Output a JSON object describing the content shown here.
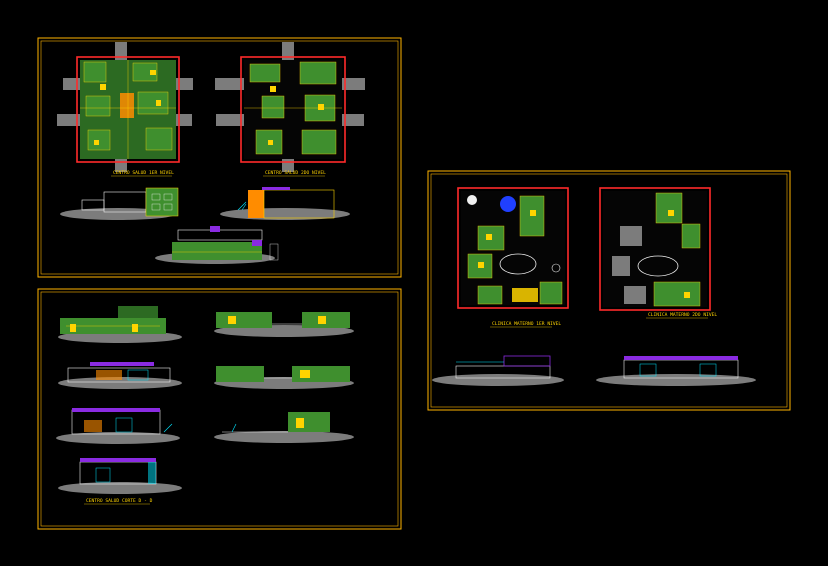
{
  "drawing": {
    "background": "#000000",
    "colors": {
      "frame": "#ffb300",
      "wall": "#ff2a2a",
      "green": "#3f8f2e",
      "green_dark": "#2c6a22",
      "yellow": "#ffd400",
      "orange": "#ff8c00",
      "gray": "#7c7c7c",
      "purple": "#8a2be2",
      "cyan": "#00e5ff",
      "white": "#f0f0f0",
      "blue": "#2040ff"
    }
  },
  "sheets": [
    {
      "name": "sheet-1",
      "titles": {
        "plan_a": "CENTRO SALUD 1ER NIVEL",
        "plan_b": "CENTRO SALUD 2DO NIVEL"
      }
    },
    {
      "name": "sheet-2",
      "titles": {
        "elevation": "CENTRO SALUD CORTE D - D"
      }
    },
    {
      "name": "sheet-3",
      "titles": {
        "plan_a": "CLINICA MATERNO 1ER NIVEL",
        "plan_b": "CLINICA MATERNO 2DO NIVEL"
      }
    }
  ]
}
